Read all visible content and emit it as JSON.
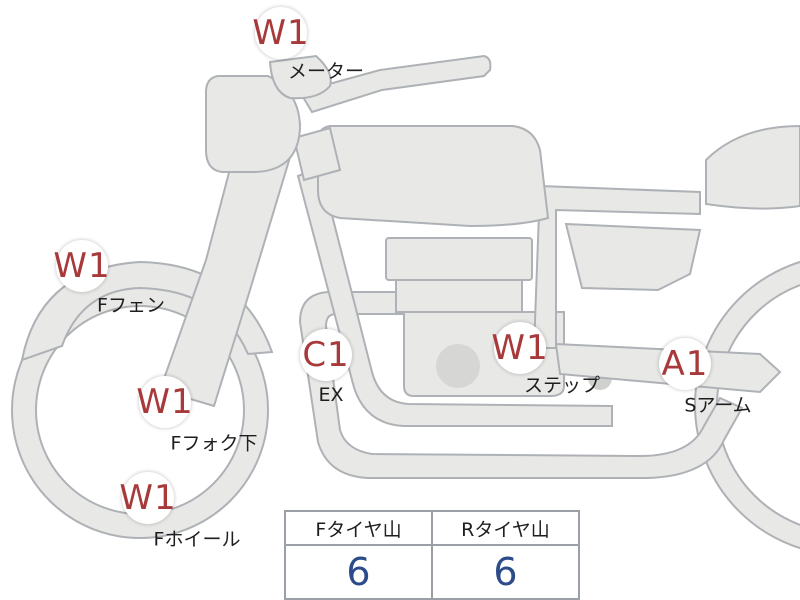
{
  "inspection_points": [
    {
      "code": "W1",
      "label": "メーター"
    },
    {
      "code": "W1",
      "label": "Fフェン"
    },
    {
      "code": "W1",
      "label": "Fフォク下"
    },
    {
      "code": "W1",
      "label": "Fホイール"
    },
    {
      "code": "C1",
      "label": "EX"
    },
    {
      "code": "W1",
      "label": "ステップ"
    },
    {
      "code": "A1",
      "label": "Sアーム"
    }
  ],
  "tread_table": {
    "headers": [
      "Fタイヤ山",
      "Rタイヤ山"
    ],
    "values": [
      "6",
      "6"
    ]
  },
  "colors": {
    "part_fill": "#e8e8e6",
    "part_stroke": "#aeb2b6",
    "code_red": "#a8393a",
    "value_blue": "#2c4b8a"
  }
}
